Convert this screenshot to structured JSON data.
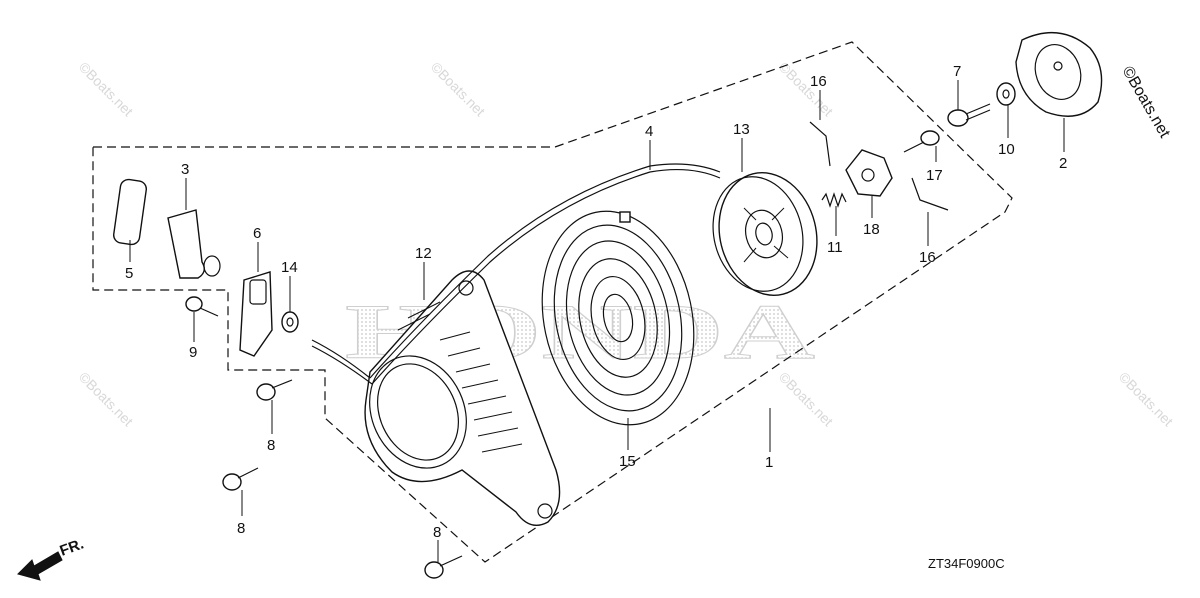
{
  "brand_watermark": "HONDA",
  "site_watermark": "©Boats.net",
  "corner_watermark": "©Boats.net",
  "diagram_code": "ZT34F0900C",
  "front_indicator": "FR.",
  "parts": {
    "p1": "1",
    "p2": "2",
    "p3": "3",
    "p4": "4",
    "p5": "5",
    "p6": "6",
    "p7": "7",
    "p8a": "8",
    "p8b": "8",
    "p8c": "8",
    "p9": "9",
    "p10": "10",
    "p11": "11",
    "p12": "12",
    "p13": "13",
    "p14": "14",
    "p15": "15",
    "p16a": "16",
    "p16b": "16",
    "p17": "17",
    "p18": "18"
  }
}
